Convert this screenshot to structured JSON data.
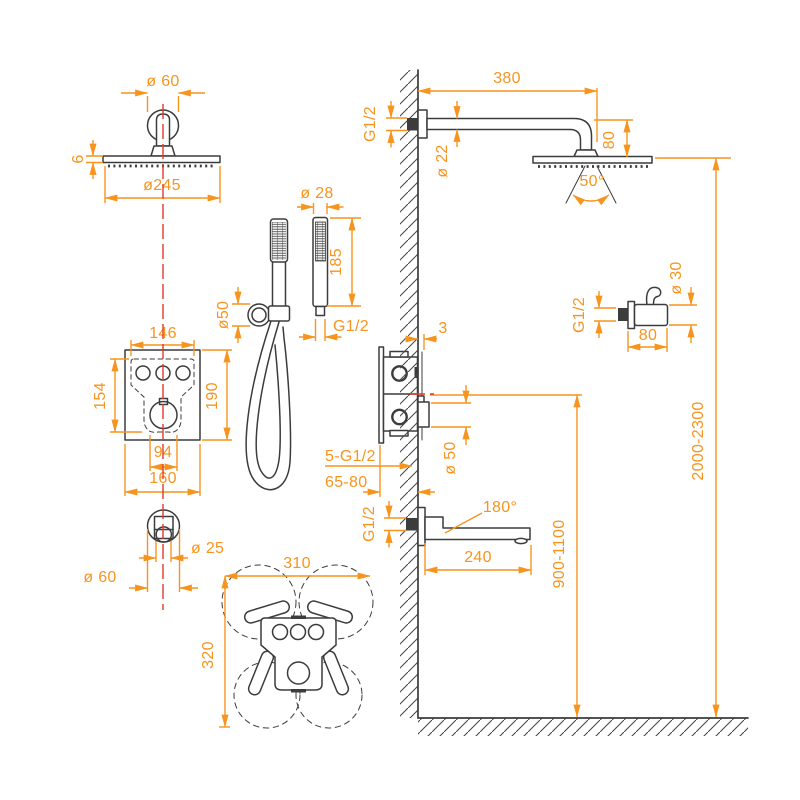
{
  "diagram": {
    "background": "#ffffff",
    "colors": {
      "dimension": "#f7941e",
      "outline": "#3c3c3c",
      "centerline": "#df3a2b"
    },
    "overhead_shower_side": {
      "mount_dia": "ø 60",
      "plate_thickness": "6",
      "head_dia": "ø245"
    },
    "shower_arm": {
      "length": "380",
      "wall_thread": "G1/2",
      "pipe_dia": "ø 22",
      "head_drop": "80",
      "spray_angle": "50°"
    },
    "hand_shower": {
      "dia": "ø 28",
      "length": "185",
      "thread": "G1/2",
      "holder_ring_dia": "ø50"
    },
    "mixer_front": {
      "trim_width": "146",
      "trim_height": "154",
      "box_height": "190",
      "lower_width": "94",
      "box_width": "160"
    },
    "mixer_side": {
      "wall_offset": "3",
      "connections": "5-G1/2",
      "install_depth": "65-80",
      "sleeve_dia": "ø 50"
    },
    "spout": {
      "thread": "G1/2",
      "swivel_angle": "180°",
      "length": "240"
    },
    "wall_outlet": {
      "thread": "G1/2",
      "length": "80",
      "dia": "ø 30"
    },
    "heights": {
      "spout_axis": "900-1100",
      "shower_head": "2000-2300"
    },
    "arm_top_view": {
      "inner_dia": "ø 25",
      "outer_dia": "ø 60"
    },
    "handle_clearance": {
      "width": "310",
      "height": "320"
    }
  }
}
